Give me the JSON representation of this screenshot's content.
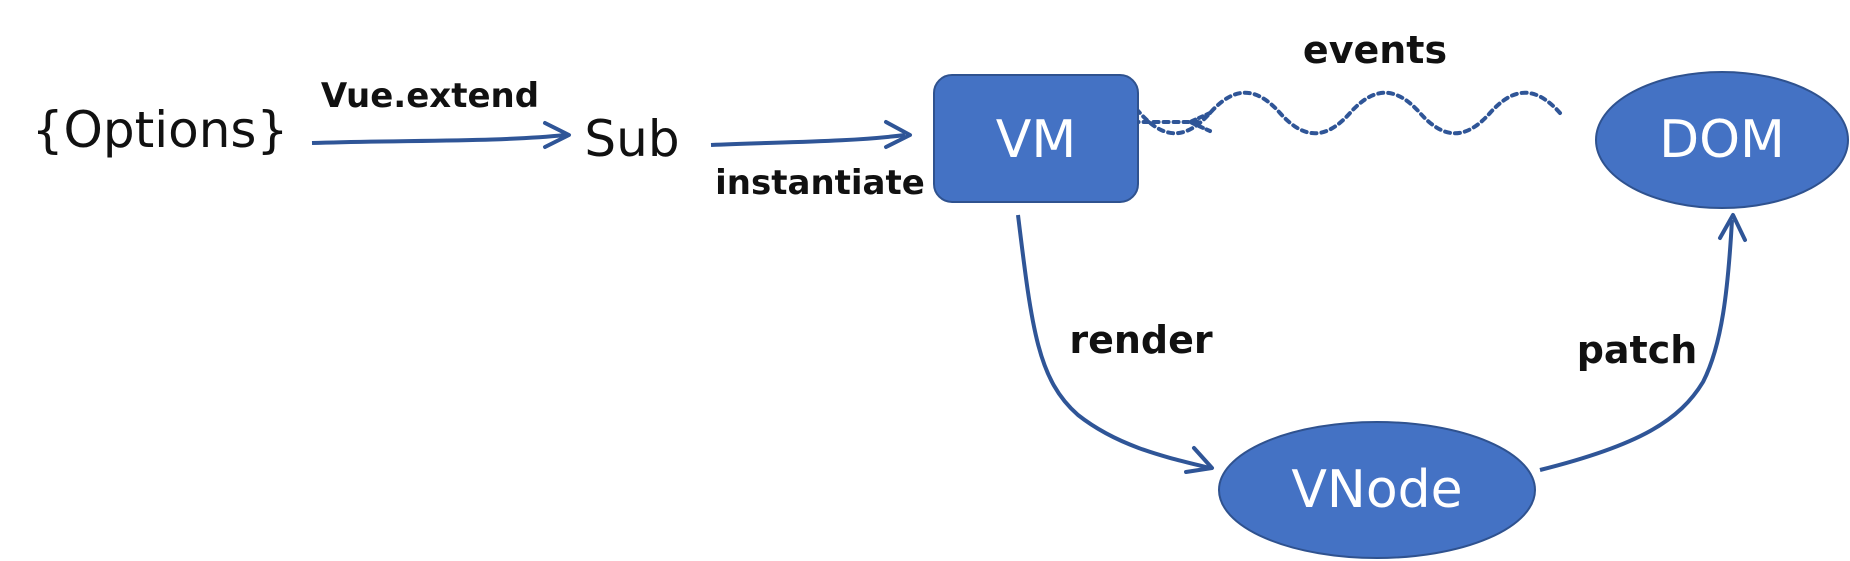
{
  "colors": {
    "node_fill": "#4472C4",
    "node_stroke": "#2F528F",
    "arrow": "#2F5597",
    "text": "#111111",
    "node_text": "#FFFFFF"
  },
  "nodes": {
    "options": {
      "label": "{Options}",
      "shape": "text"
    },
    "sub": {
      "label": "Sub",
      "shape": "text"
    },
    "vm": {
      "label": "VM",
      "shape": "rounded-rectangle"
    },
    "dom": {
      "label": "DOM",
      "shape": "ellipse"
    },
    "vnode": {
      "label": "VNode",
      "shape": "ellipse"
    }
  },
  "edges": {
    "vue_extend": {
      "label": "Vue.extend",
      "from": "options",
      "to": "sub",
      "style": "solid"
    },
    "instantiate": {
      "label": "instantiate",
      "from": "sub",
      "to": "vm",
      "style": "solid"
    },
    "events": {
      "label": "events",
      "from": "dom",
      "to": "vm",
      "style": "dotted-wavy"
    },
    "render": {
      "label": "render",
      "from": "vm",
      "to": "vnode",
      "style": "solid"
    },
    "patch": {
      "label": "patch",
      "from": "vnode",
      "to": "dom",
      "style": "solid"
    }
  }
}
